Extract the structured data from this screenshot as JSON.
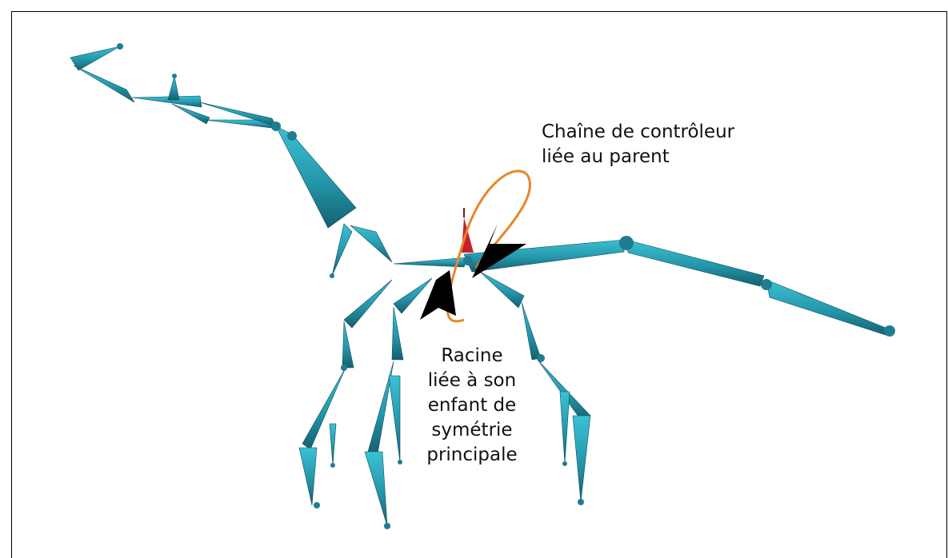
{
  "annotations": {
    "controller_chain": {
      "lines": [
        "Chaîne de contrôleur",
        "liée au parent"
      ]
    },
    "root": {
      "lines": [
        "Racine",
        "liée à son",
        "enfant de",
        "symétrie",
        "principale"
      ]
    }
  },
  "colors": {
    "bone_light": "#2aa3b8",
    "bone_dark": "#1a6f86",
    "root_bone": "#c8202a",
    "highlight": "#e8872a",
    "pointer": "#000000",
    "frame": "#000000"
  }
}
